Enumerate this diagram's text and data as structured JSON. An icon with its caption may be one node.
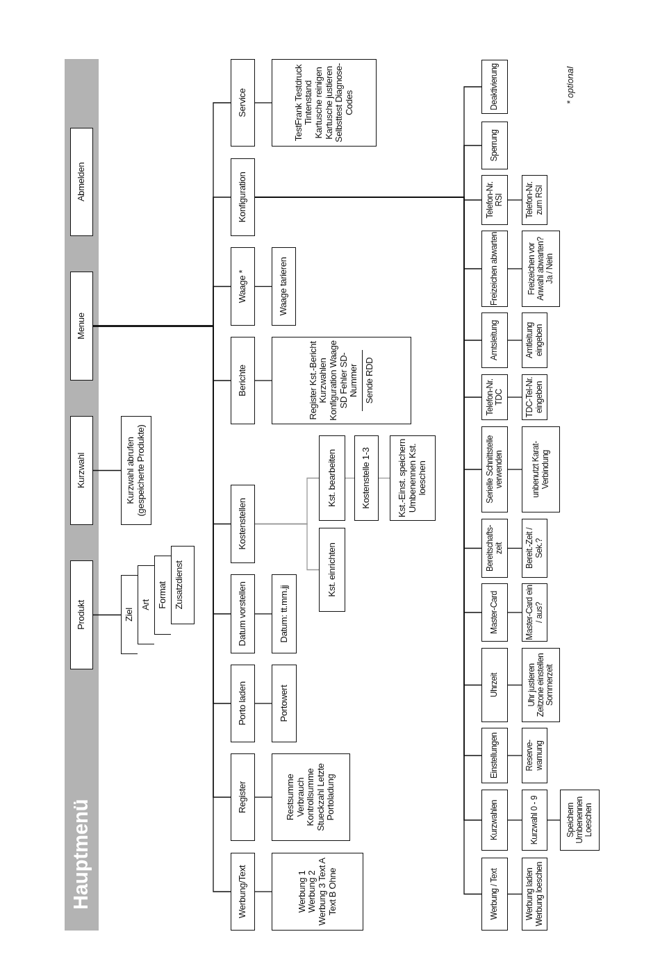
{
  "diagram": {
    "nodes": [
      {
        "text": [
          "Hauptmenü"
        ]
      },
      {
        "text": [
          "Produkt"
        ],
        "in": 0
      },
      {
        "text": [
          "Kurzwahl"
        ],
        "in": 0
      },
      {
        "text": [
          "Menue"
        ],
        "in": 0
      },
      {
        "text": [
          "Abmelden"
        ],
        "in": 0
      },
      {
        "text": [
          "Ziel"
        ]
      },
      {
        "text": [
          "Art"
        ]
      },
      {
        "text": [
          "Format"
        ]
      },
      {
        "text": [
          "Zusatzdienst"
        ]
      },
      {
        "text": [
          "Kurzwahl abrufen (gespeicherte Produkte)"
        ]
      },
      {
        "text": [
          "Werbung/Text"
        ]
      },
      {
        "text": [
          "Werbung 1 Werbung 2 Werbung 3 Text A Text B Ohne"
        ]
      },
      {
        "text": [
          "Register"
        ]
      },
      {
        "text": [
          "Restsumme Verbrauch Kontrollsumme Stueckzahl Letzte Portoladung"
        ]
      },
      {
        "text": [
          "Porto laden"
        ]
      },
      {
        "text": [
          "Portowert"
        ]
      },
      {
        "text": [
          "Datum vorstellen"
        ]
      },
      {
        "text": [
          "Datum: tt.mm.jj"
        ]
      },
      {
        "text": [
          "Kostenstellen"
        ]
      },
      {
        "text": [
          "Kst. bearbeiten"
        ]
      },
      {
        "text": [
          "Kostenstelle 1-3"
        ]
      },
      {
        "text": [
          "Kst.-Einst. speichern Umbenennen Kst. loeschen"
        ]
      },
      {
        "text": [
          "Kst. einrichten"
        ]
      },
      {
        "text": [
          "Berichte"
        ]
      },
      {
        "text": [
          "Register Kst.-Bericht Kurzwahlen Konfiguration Waage SD Fehler SD-Nummer",
          "Sende RDD"
        ]
      },
      {
        "text": [
          "Waage *"
        ]
      },
      {
        "text": [
          "Waage tarieren"
        ]
      },
      {
        "text": [
          "Konfiguration"
        ]
      },
      {
        "text": [
          "Service"
        ]
      },
      {
        "text": [
          "TestFrank Testdruck Tintenstand Kartusche reinigen Kartusche justieren Selbsttest Diagnose-Codes"
        ]
      },
      {
        "text": [
          "Werbung / Text"
        ]
      },
      {
        "text": [
          "Werbung laden Werbung loeschen"
        ]
      },
      {
        "text": [
          "Kurzwahlen"
        ]
      },
      {
        "text": [
          "Kurzwahl 0 - 9"
        ]
      },
      {
        "text": [
          "Speichern Umbenennen Loeschen"
        ]
      },
      {
        "text": [
          "Einstellungen"
        ]
      },
      {
        "text": [
          "Reserve- warnung"
        ]
      },
      {
        "text": [
          "Uhrzeit"
        ]
      },
      {
        "text": [
          "Uhr justieren Zeitzone einstellen Sommerzeit"
        ]
      },
      {
        "text": [
          "Master-Card"
        ]
      },
      {
        "text": [
          "Master-Card ein / aus?"
        ]
      },
      {
        "text": [
          "Bereitschafts- zeit"
        ]
      },
      {
        "text": [
          "Bereit.-Zeit / Sek.?"
        ]
      },
      {
        "text": [
          "Serielle Schnittstelle verwenden"
        ]
      },
      {
        "text": [
          "unbenutzt Karat-Verbindung"
        ]
      },
      {
        "text": [
          "Telefon-Nr. TDC"
        ]
      },
      {
        "text": [
          "TDC-Tel-Nr. eingeben"
        ]
      },
      {
        "text": [
          "Amtsleitung"
        ]
      },
      {
        "text": [
          "Amtleitung eingeben"
        ]
      },
      {
        "text": [
          "Freizeichen abwarten"
        ]
      },
      {
        "text": [
          "Freizeichen vor Anwahl abwarten? Ja / Nein"
        ]
      },
      {
        "text": [
          "Telefon-Nr. RSI"
        ]
      },
      {
        "text": [
          "Telefon-Nr. zum RSI"
        ]
      },
      {
        "text": [
          "Sperrung"
        ]
      },
      {
        "text": [
          "Deaktivierung"
        ]
      }
    ],
    "edges": [
      {
        "from": 1,
        "to": 5,
        "arrow": "none"
      },
      {
        "from": 2,
        "to": 9,
        "arrow": "none"
      },
      {
        "from": 3,
        "to": 10,
        "arrow": "none"
      },
      {
        "from": 3,
        "to": 12,
        "arrow": "none"
      },
      {
        "from": 3,
        "to": 14,
        "arrow": "none"
      },
      {
        "from": 3,
        "to": 16,
        "arrow": "none"
      },
      {
        "from": 3,
        "to": 18,
        "arrow": "none"
      },
      {
        "from": 3,
        "to": 23,
        "arrow": "none"
      },
      {
        "from": 3,
        "to": 25,
        "arrow": "none"
      },
      {
        "from": 3,
        "to": 27,
        "arrow": "none"
      },
      {
        "from": 3,
        "to": 28,
        "arrow": "none"
      },
      {
        "from": 10,
        "to": 11,
        "arrow": "none"
      },
      {
        "from": 12,
        "to": 13,
        "arrow": "none"
      },
      {
        "from": 14,
        "to": 15,
        "arrow": "none"
      },
      {
        "from": 16,
        "to": 17,
        "arrow": "none"
      },
      {
        "from": 18,
        "to": 19,
        "arrow": "none",
        "color": "#999999"
      },
      {
        "from": 18,
        "to": 22,
        "arrow": "none",
        "color": "#999999"
      },
      {
        "from": 19,
        "to": 20,
        "arrow": "none",
        "color": "#999999"
      },
      {
        "from": 20,
        "to": 21,
        "arrow": "none",
        "color": "#999999"
      },
      {
        "from": 23,
        "to": 24,
        "arrow": "none"
      },
      {
        "from": 25,
        "to": 26,
        "arrow": "none"
      },
      {
        "from": 28,
        "to": 29,
        "arrow": "none"
      },
      {
        "from": 27,
        "to": 30,
        "arrow": "none"
      },
      {
        "from": 27,
        "to": 32,
        "arrow": "none"
      },
      {
        "from": 27,
        "to": 35,
        "arrow": "none"
      },
      {
        "from": 27,
        "to": 37,
        "arrow": "none"
      },
      {
        "from": 27,
        "to": 39,
        "arrow": "none"
      },
      {
        "from": 27,
        "to": 41,
        "arrow": "none"
      },
      {
        "from": 27,
        "to": 43,
        "arrow": "none"
      },
      {
        "from": 27,
        "to": 45,
        "arrow": "none"
      },
      {
        "from": 27,
        "to": 47,
        "arrow": "none"
      },
      {
        "from": 27,
        "to": 49,
        "arrow": "none"
      },
      {
        "from": 27,
        "to": 51,
        "arrow": "none"
      },
      {
        "from": 27,
        "to": 53,
        "arrow": "none"
      },
      {
        "from": 27,
        "to": 54,
        "arrow": "none"
      },
      {
        "from": 30,
        "to": 31,
        "arrow": "none"
      },
      {
        "from": 32,
        "to": 33,
        "arrow": "none"
      },
      {
        "from": 33,
        "to": 34,
        "arrow": "none"
      },
      {
        "from": 35,
        "to": 36,
        "arrow": "none"
      },
      {
        "from": 37,
        "to": 38,
        "arrow": "none"
      },
      {
        "from": 39,
        "to": 40,
        "arrow": "none"
      },
      {
        "from": 41,
        "to": 42,
        "arrow": "none"
      },
      {
        "from": 43,
        "to": 44,
        "arrow": "none"
      },
      {
        "from": 45,
        "to": 46,
        "arrow": "none"
      },
      {
        "from": 47,
        "to": 48,
        "arrow": "none"
      },
      {
        "from": 49,
        "to": 50,
        "arrow": "none"
      },
      {
        "from": 51,
        "to": 52,
        "arrow": "none"
      }
    ],
    "labels": [
      "* optional"
    ]
  }
}
